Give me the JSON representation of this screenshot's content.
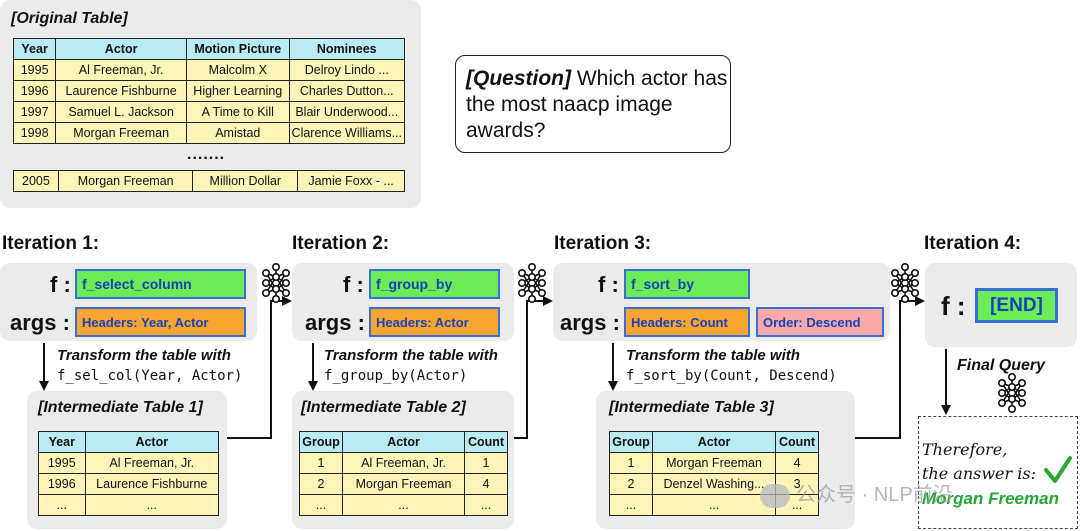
{
  "original": {
    "title": "[Original Table]",
    "headers": [
      "Year",
      "Actor",
      "Motion Picture",
      "Nominees"
    ],
    "rows": [
      [
        "1995",
        "Al Freeman, Jr.",
        "Malcolm X",
        "Delroy Lindo ..."
      ],
      [
        "1996",
        "Laurence Fishburne",
        "Higher Learning",
        "Charles Dutton..."
      ],
      [
        "1997",
        "Samuel L. Jackson",
        "A Time to Kill",
        "Blair Underwood..."
      ],
      [
        "1998",
        "Morgan Freeman",
        "Amistad",
        "Clarence Williams..."
      ]
    ],
    "ellipsis": ".......",
    "last_row": [
      "2005",
      "Morgan Freeman",
      "Million Dollar",
      "Jamie Foxx - ..."
    ]
  },
  "question": {
    "label": "[Question]",
    "text": " Which actor has the most naacp image awards?"
  },
  "labels": {
    "f": "f :",
    "args": "args :"
  },
  "iter1": {
    "title": "Iteration 1:",
    "func": "f_select_column",
    "arg": "Headers: Year, Actor",
    "transform": "Transform the table with",
    "code": "f_sel_col(Year, Actor)",
    "table_title": "[Intermediate Table 1]",
    "headers": [
      "Year",
      "Actor"
    ],
    "rows": [
      [
        "1995",
        "Al Freeman, Jr."
      ],
      [
        "1996",
        "Laurence Fishburne"
      ],
      [
        "...",
        "..."
      ]
    ]
  },
  "iter2": {
    "title": "Iteration 2:",
    "func": "f_group_by",
    "arg": "Headers: Actor",
    "transform": "Transform the table with",
    "code": "f_group_by(Actor)",
    "table_title": "[Intermediate Table 2]",
    "headers": [
      "Group",
      "Actor",
      "Count"
    ],
    "rows": [
      [
        "1",
        "Al Freeman, Jr.",
        "1"
      ],
      [
        "2",
        "Morgan Freeman",
        "4"
      ],
      [
        "...",
        "...",
        "..."
      ]
    ]
  },
  "iter3": {
    "title": "Iteration 3:",
    "func": "f_sort_by",
    "arg1": "Headers: Count",
    "arg2": "Order: Descend",
    "transform": "Transform the table with",
    "code": "f_sort_by(Count, Descend)",
    "table_title": "[Intermediate Table 3]",
    "headers": [
      "Group",
      "Actor",
      "Count"
    ],
    "rows": [
      [
        "1",
        "Morgan Freeman",
        "4"
      ],
      [
        "2",
        "Denzel Washing...",
        "3"
      ],
      [
        "...",
        "...",
        "..."
      ]
    ]
  },
  "iter4": {
    "title": "Iteration 4:",
    "func": "[END]",
    "final_query": "Final Query",
    "answer_line1": "Therefore,",
    "answer_line2": "the answer is:",
    "answer": "Morgan Freeman"
  },
  "watermark": "公众号 · NLP前沿",
  "colors": {
    "header_cyan": "#b9ebf3",
    "cell_yellow": "#fdf5b7",
    "func_green": "#6cec56",
    "arg_orange": "#f8a630",
    "arg_pink": "#f8aaa8",
    "box_border_blue": "#3b6fd8",
    "answer_green": "#27a632"
  },
  "icons": [
    "neural-network-icon",
    "check-mark-icon",
    "wechat-icon"
  ]
}
